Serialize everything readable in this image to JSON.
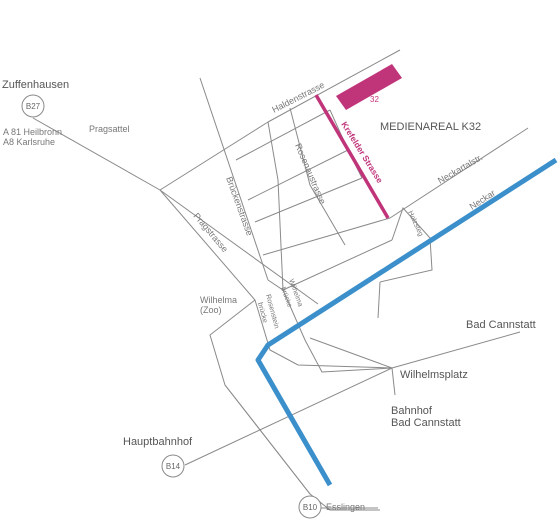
{
  "colors": {
    "road": "#8a8a8a",
    "river": "#3b8fcb",
    "accent": "#c0347a",
    "text": "#555555"
  },
  "places": {
    "zuffenhausen": "Zuffenhausen",
    "medienareal": "MEDIENAREAL K32",
    "bad_cannstatt": "Bad Cannstatt",
    "wilhelmsplatz": "Wilhelmsplatz",
    "bahnhof_line1": "Bahnhof",
    "bahnhof_line2": "Bad Cannstatt",
    "hauptbahnhof": "Hauptbahnhof",
    "esslingen": "Esslingen",
    "wilhelma_line1": "Wilhelma",
    "wilhelma_line2": "(Zoo)",
    "a81": "A 81 Heilbronn",
    "a8": "A8 Karlsruhe"
  },
  "streets": {
    "haldenstrasse": "Haldenstrasse",
    "krefelder": "Krefelder Strasse",
    "pragsattel": "Pragsattel",
    "rosenaustrasse": "Rosenaustrasse",
    "brueckenstrasse": "Brückenstrasse",
    "pragstrasse": "Pragstrasse",
    "neckartalstr": "Neckartalstr.",
    "neckar": "Neckar",
    "holzsteg": "Holzsteg",
    "wilhelma_bruecke_1": "Wilhelma",
    "wilhelma_bruecke_2": "brücke",
    "rosenstein_bruecke_1": "Rosenstein",
    "rosenstein_bruecke_2": "brücke"
  },
  "badges": {
    "b27": "B27",
    "b14": "B14",
    "b10": "B10"
  },
  "building_number": "32"
}
